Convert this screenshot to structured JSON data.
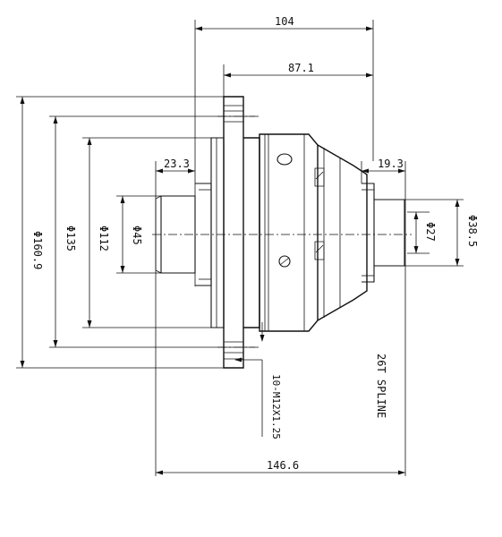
{
  "dimensions": {
    "overall_from_flange": "104",
    "flange_to_end": "87.1",
    "left_hub_length": "23.3",
    "right_hub_length": "19.3",
    "overall_length": "146.6",
    "flange_od": "Φ160.9",
    "bolt_circle": "Φ135",
    "pilot_diameter": "Φ112",
    "left_hub_diameter": "Φ45",
    "right_shaft_diameter": "Φ38.5",
    "right_bore_diameter": "Φ27"
  },
  "notes": {
    "bolt_spec": "10-M12X1.25",
    "spline": "26T SPLINE"
  }
}
